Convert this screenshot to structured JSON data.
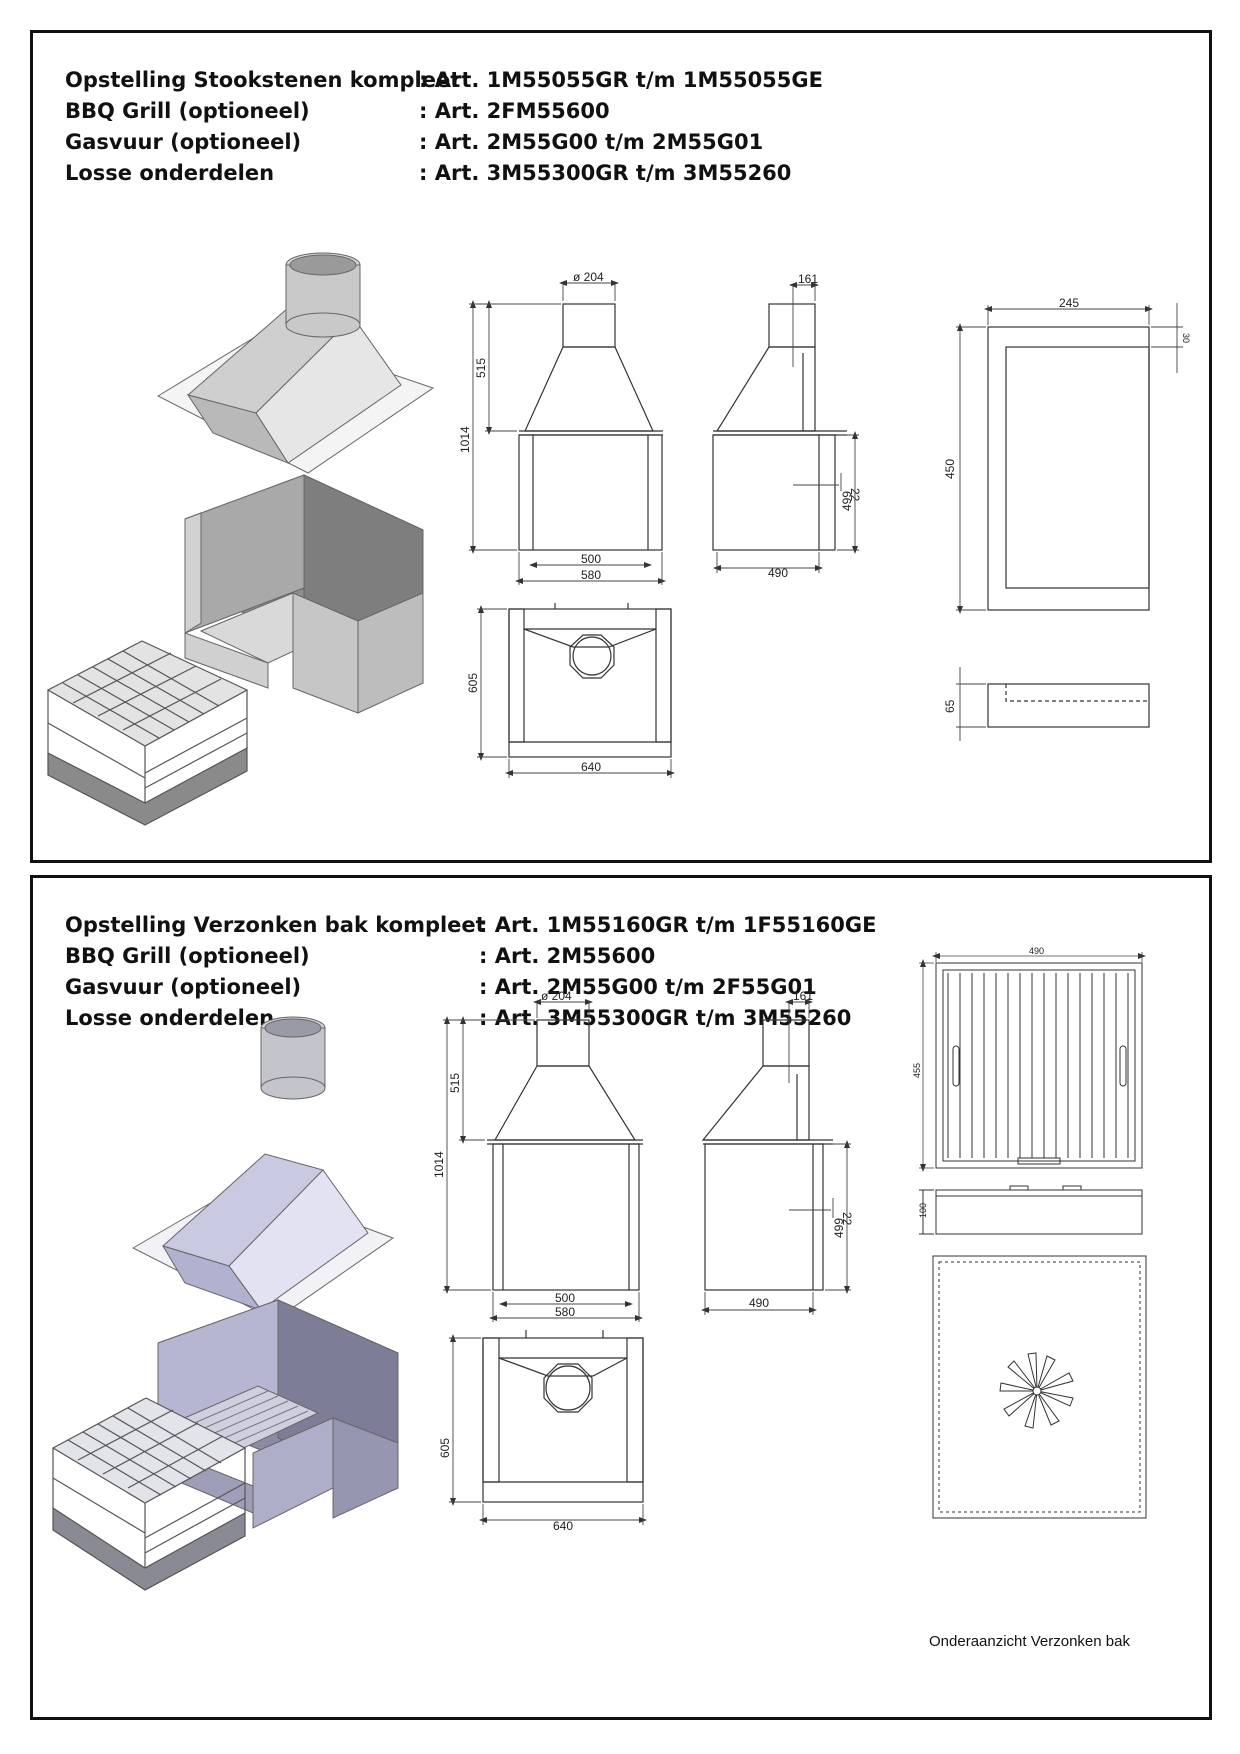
{
  "panel1": {
    "specs": [
      {
        "label": "Opstelling Stookstenen kompleet",
        "value": ": Art. 1M55055GR t/m 1M55055GE"
      },
      {
        "label": "BBQ Grill (optioneel)",
        "value": ": Art. 2FM55600"
      },
      {
        "label": "Gasvuur (optioneel)",
        "value": ": Art. 2M55G00 t/m 2M55G01"
      },
      {
        "label": "Losse onderdelen",
        "value": ": Art. 3M55300GR t/m 3M55260"
      }
    ],
    "dims": {
      "flue_diameter": "ø 204",
      "hood_height": "515",
      "total_height": "1014",
      "inner_width": "500",
      "outer_width": "580",
      "side_flue": "161",
      "side_gap": "22",
      "side_lower_height": "499",
      "side_depth": "490",
      "plan_depth": "605",
      "plan_width": "640",
      "stone_width": "245",
      "stone_border": "30",
      "stone_height": "450",
      "stone_thickness": "65"
    }
  },
  "panel2": {
    "specs": [
      {
        "label": "Opstelling Verzonken bak kompleet",
        "value": ": Art. 1M55160GR t/m 1F55160GE"
      },
      {
        "label": "BBQ Grill (optioneel)",
        "value": ": Art. 2M55600"
      },
      {
        "label": "Gasvuur (optioneel)",
        "value": ": Art. 2M55G00 t/m 2F55G01"
      },
      {
        "label": "Losse onderdelen",
        "value": ": Art. 3M55300GR t/m 3M55260"
      }
    ],
    "dims": {
      "flue_diameter": "ø 204",
      "hood_height": "515",
      "total_height": "1014",
      "inner_width": "500",
      "outer_width": "580",
      "side_flue": "161",
      "side_gap": "22",
      "side_lower_height": "499",
      "side_depth": "490",
      "plan_depth": "605",
      "plan_width": "640",
      "tray_width": "490",
      "tray_depth": "455",
      "tray_height": "100"
    },
    "caption": "Onderaanzicht Verzonken bak"
  }
}
